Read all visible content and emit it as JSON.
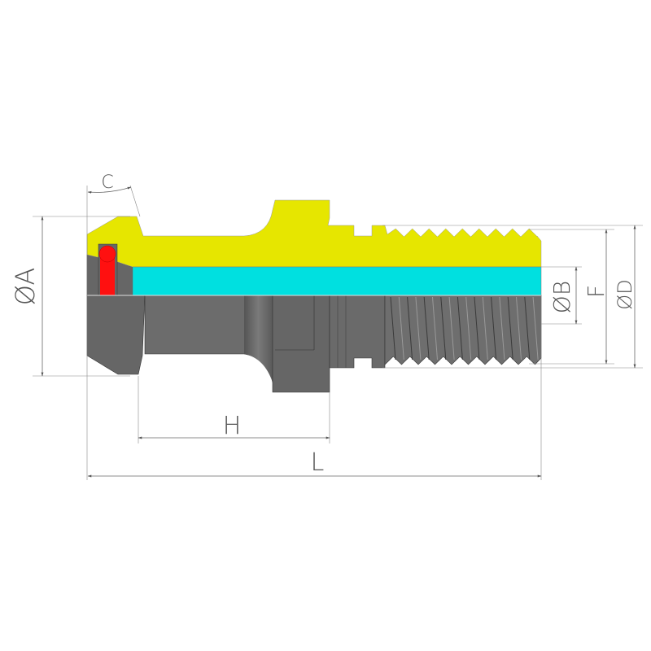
{
  "labels": {
    "c": "C",
    "dia_a": "ØA",
    "dia_b": "ØB",
    "f": "F",
    "dia_d": "ØD",
    "h": "H",
    "l": "L"
  },
  "colors": {
    "yellow_section": "#e6e600",
    "cyan_bore": "#00e0e0",
    "red_pin": "#ff1010",
    "steel_gray": "#6a6a6a"
  }
}
